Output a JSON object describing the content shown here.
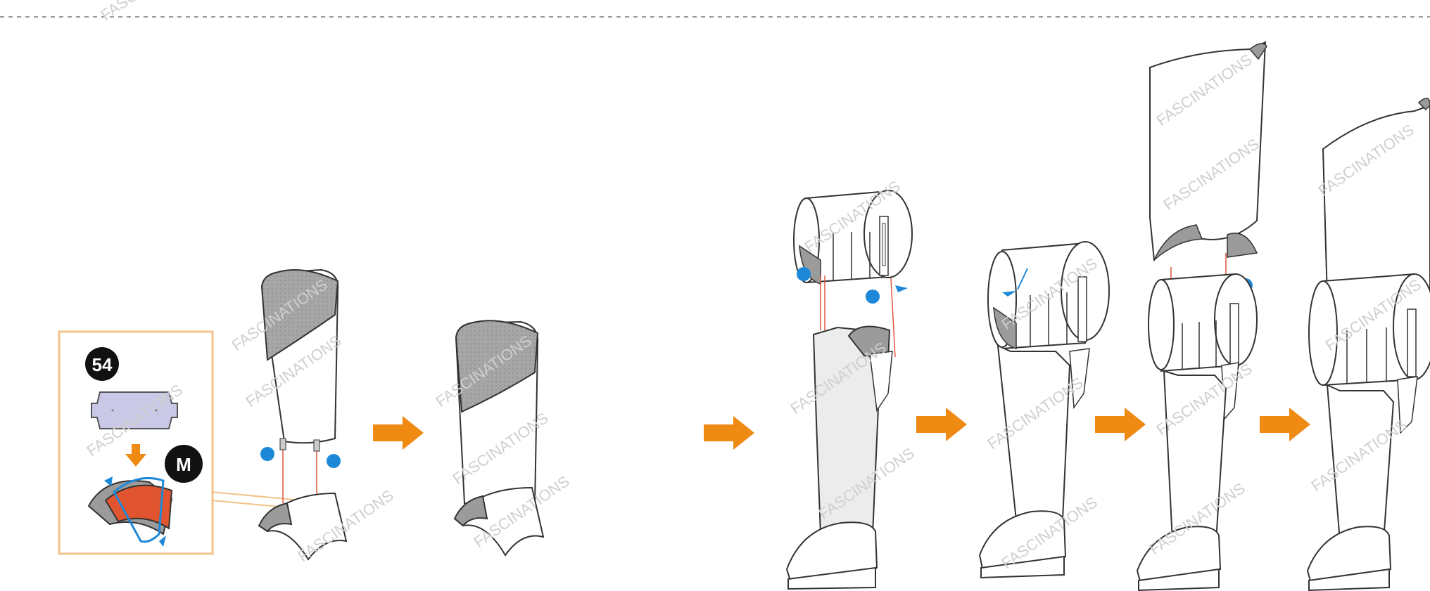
{
  "watermark_text": "FASCINATIONS",
  "inset": {
    "part_number": "54",
    "tool_label": "M"
  },
  "colors": {
    "arrow": "#ef8a12",
    "marker": "#1e88d8",
    "guide_line": "#e0553f",
    "part_gray": "#9b9b9b",
    "part_red": "#e0552f",
    "part_lavender": "#c9c8e6",
    "inset_border": "#f2c48a",
    "badge": "#111111"
  },
  "icons": [
    "step-arrow-icon",
    "attach-point-icon",
    "rotate-arrow-icon"
  ]
}
